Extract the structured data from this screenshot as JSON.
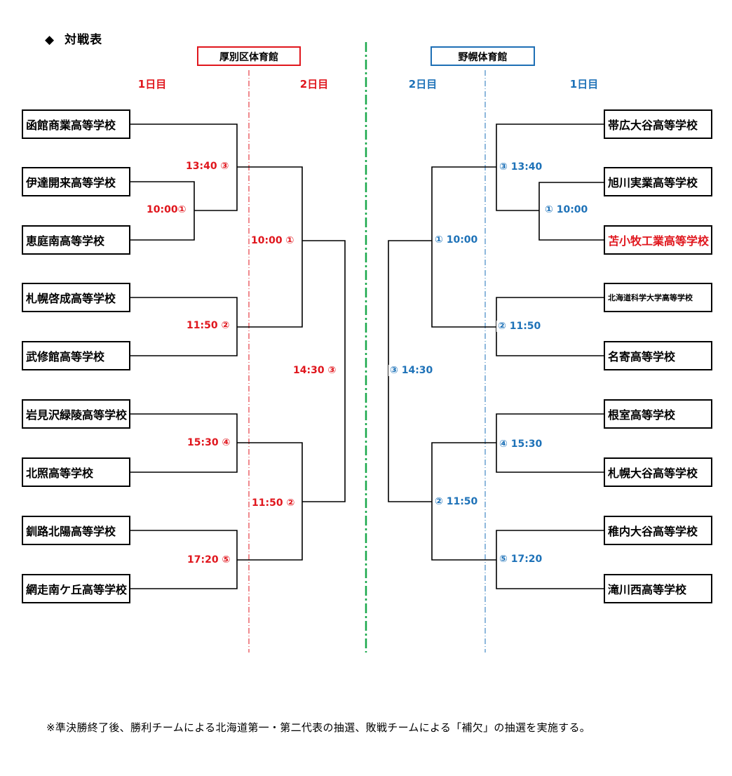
{
  "title": "対戦表",
  "title_marker": "◆",
  "venues": {
    "left": "厚別区体育館",
    "right": "野幌体育館"
  },
  "days": {
    "left_day1": "1日目",
    "left_day2": "2日目",
    "right_day2": "2日目",
    "right_day1": "1日目"
  },
  "colors": {
    "left_accent": "#e0161d",
    "right_accent": "#1e72b8",
    "center_divider": "#19a84a"
  },
  "left_teams": [
    {
      "name": "函館商業高等学校"
    },
    {
      "name": "伊達開来高等学校"
    },
    {
      "name": "恵庭南高等学校"
    },
    {
      "name": "札幌啓成高等学校"
    },
    {
      "name": "武修館高等学校"
    },
    {
      "name": "岩見沢緑陵高等学校"
    },
    {
      "name": "北照高等学校"
    },
    {
      "name": "釧路北陽高等学校"
    },
    {
      "name": "網走南ケ丘高等学校"
    }
  ],
  "right_teams": [
    {
      "name": "帯広大谷高等学校"
    },
    {
      "name": "旭川実業高等学校"
    },
    {
      "name": "苫小牧工業高等学校",
      "highlight": true
    },
    {
      "name": "北海道科学大学高等学校"
    },
    {
      "name": "名寄高等学校"
    },
    {
      "name": "根室高等学校"
    },
    {
      "name": "札幌大谷高等学校"
    },
    {
      "name": "稚内大谷高等学校"
    },
    {
      "name": "滝川西高等学校"
    }
  ],
  "left_matches": {
    "m1": "10:00①",
    "m3": "13:40 ③",
    "m2": "11:50 ②",
    "m4": "15:30 ④",
    "m5": "17:20 ⑤",
    "sf1": "10:00 ①",
    "sf2": "11:50 ②",
    "final": "14:30 ③"
  },
  "right_matches": {
    "m3": "③  13:40",
    "m1": "① 10:00",
    "m2": "② 11:50",
    "m4": "④ 15:30",
    "m5": "⑤ 17:20",
    "sf1": "①  10:00",
    "sf2": "②  11:50",
    "final": "③  14:30"
  },
  "footnote": "※準決勝終了後、勝利チームによる北海道第一・第二代表の抽選、敗戦チームによる「補欠」の抽選を実施する。"
}
